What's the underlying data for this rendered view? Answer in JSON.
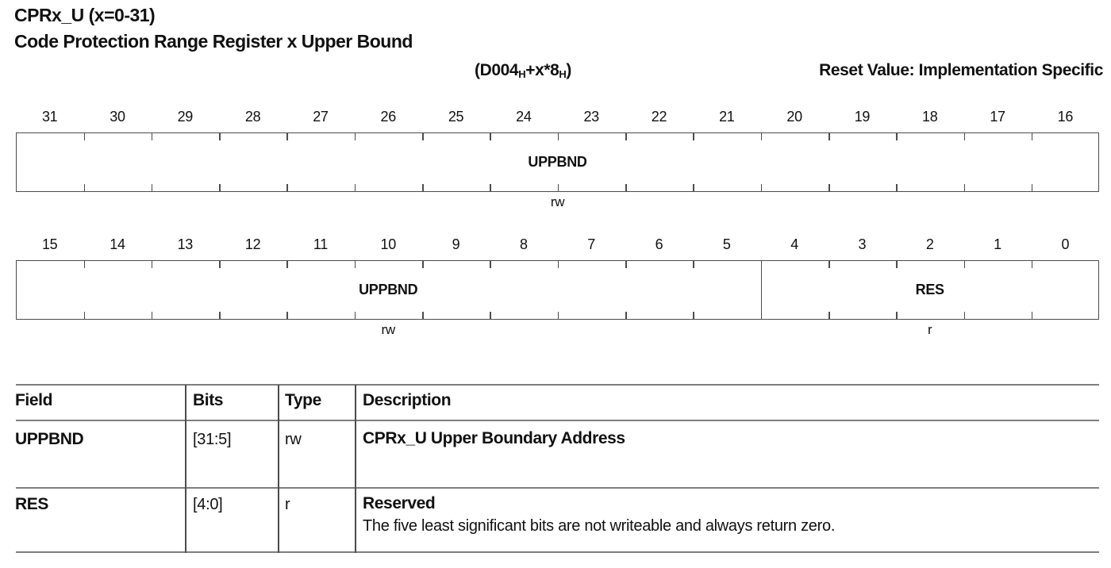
{
  "header": {
    "title": "CPRx_U (x=0-31)",
    "subtitle": "Code Protection Range Register x Upper Bound",
    "address": {
      "base": "(D004",
      "base_sub": "H",
      "offset": "+x*8",
      "offset_sub": "H",
      "close": ")"
    },
    "reset_value_label": "Reset Value: Implementation Specific"
  },
  "register_diagrams": [
    {
      "bit_high": 31,
      "bit_low": 16,
      "fields": [
        {
          "name": "UPPBND",
          "hi": 31,
          "lo": 16,
          "access": "rw"
        }
      ]
    },
    {
      "bit_high": 15,
      "bit_low": 0,
      "fields": [
        {
          "name": "UPPBND",
          "hi": 15,
          "lo": 5,
          "access": "rw"
        },
        {
          "name": "RES",
          "hi": 4,
          "lo": 0,
          "access": "r"
        }
      ]
    }
  ],
  "field_table": {
    "headers": [
      "Field",
      "Bits",
      "Type",
      "Description"
    ],
    "rows": [
      {
        "field": "UPPBND",
        "bits": "[31:5]",
        "type": "rw",
        "description_title": "CPRx_U Upper Boundary Address",
        "description_body": ""
      },
      {
        "field": "RES",
        "bits": "[4:0]",
        "type": "r",
        "description_title": "Reserved",
        "description_body": "The five least significant bits are not writeable and always return zero."
      }
    ]
  },
  "colors": {
    "text": "#111111",
    "rule_gray": "#7e7e7e",
    "line_dark": "#4c4c4c",
    "background": "#ffffff"
  }
}
